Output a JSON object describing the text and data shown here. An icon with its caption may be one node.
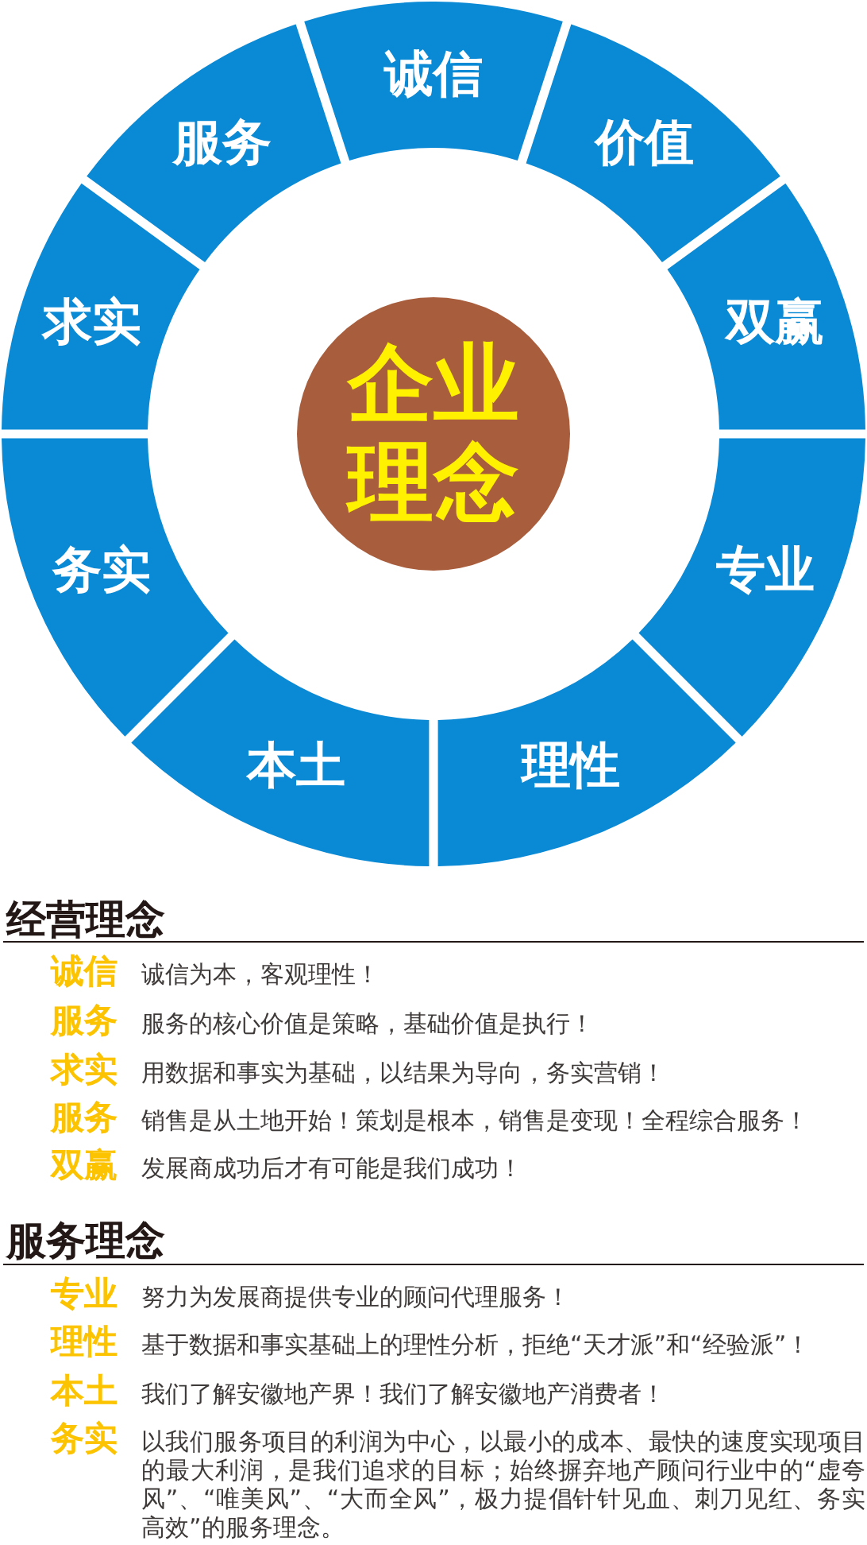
{
  "diagram": {
    "nodes": [
      {
        "text": [
          "企业理念"
        ]
      },
      {
        "text": [
          "诚信"
        ]
      },
      {
        "text": [
          "价值"
        ]
      },
      {
        "text": [
          "双赢"
        ]
      },
      {
        "text": [
          "专业"
        ]
      },
      {
        "text": [
          "理性"
        ]
      },
      {
        "text": [
          "本土"
        ]
      },
      {
        "text": [
          "务实"
        ]
      },
      {
        "text": [
          "求实"
        ]
      },
      {
        "text": [
          "服务"
        ]
      }
    ],
    "labels": [
      "经营理念",
      "诚信",
      "诚信为本，客观理性！",
      "服务",
      "服务的核心价值是策略，基础价值是执行！",
      "求实",
      "用数据和事实为基础，以结果为导向，务实营销！",
      "服务",
      "销售是从土地开始！策划是根本，销售是变现！全程综合服务！",
      "双赢",
      "发展商成功后才有可能是我们成功！",
      "服务理念",
      "专业",
      "努力为发展商提供专业的顾问代理服务！",
      "理性",
      "基于数据和事实基础上的理性分析，拒绝“天才派”和“经验派”！",
      "本土",
      "我们了解安徽地产界！我们了解安徽地产消费者！",
      "务实",
      "以我们服务项目的利润为中心，以最小的成本、最快的速度实现项目的最大利润，是我们追求的目标；始终摒弃地产顾问行业中的“虚夸风”、“唯美风”、“大而全风”，极力提倡针针见血、刺刀见红、务实高效”的服务理念。"
    ]
  }
}
